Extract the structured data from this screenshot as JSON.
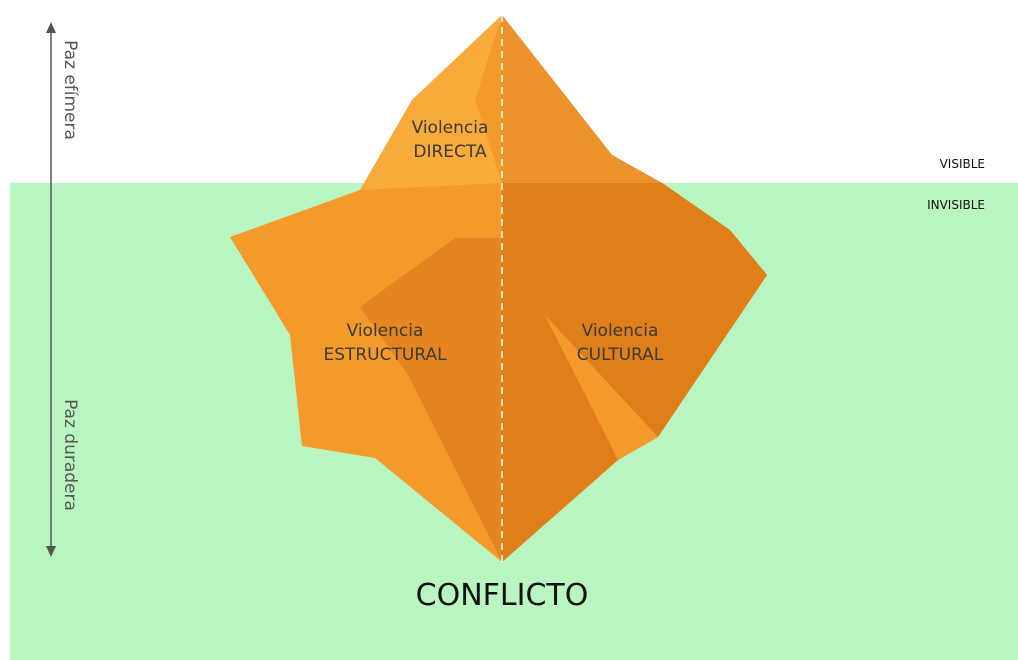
{
  "colors": {
    "sky": "#ffffff",
    "water": "#b8f5c0",
    "ice_light": "#f8a22e",
    "ice_mid": "#f39a2a",
    "ice_dark": "#e07e1a",
    "divider": "#ffffff",
    "arrow": "#555555"
  },
  "zones": {
    "visible": "VISIBLE",
    "invisible": "INVISIBLE"
  },
  "sections": {
    "direct": {
      "line1": "Violencia",
      "line2": "DIRECTA"
    },
    "structural": {
      "line1": "Violencia",
      "line2": "ESTRUCTURAL"
    },
    "cultural": {
      "line1": "Violencia",
      "line2": "CULTURAL"
    }
  },
  "axis": {
    "top_label": "Paz efímera",
    "bottom_label": "Paz duradera"
  },
  "bottom_label": "CONFLICTO"
}
